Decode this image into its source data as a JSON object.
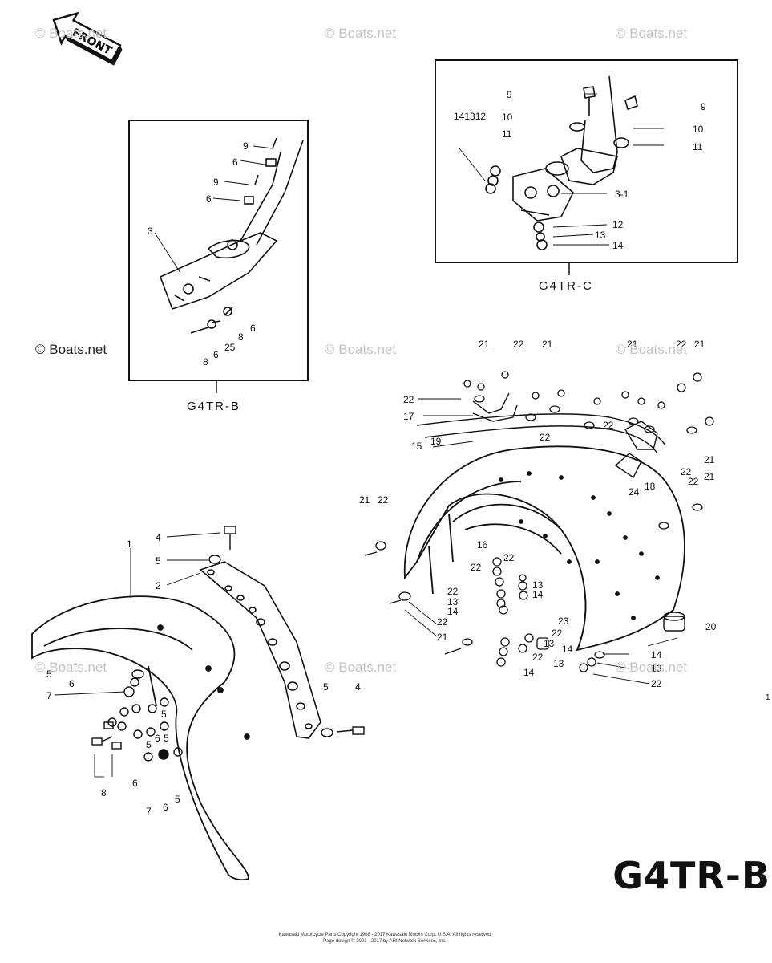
{
  "diagram": {
    "front_arrow_label": "FRONT",
    "model_code": "G4TR-B",
    "page_number": "1",
    "watermark": "© Boats.net",
    "copyright_lines": [
      "Kawasaki Motorcycle Parts Copyright 1968 - 2017 Kawasaki Motors Corp. U.S.A. All rights reserved",
      "Page design © 2001 - 2017 by ARI Network Services, Inc."
    ],
    "insets": [
      {
        "caption": "G4TR-B",
        "callouts": [
          "9",
          "6",
          "9",
          "6",
          "3",
          "6",
          "8",
          "25",
          "8",
          "6"
        ]
      },
      {
        "caption": "G4TR-C",
        "callouts": [
          "141312",
          "9",
          "10",
          "11",
          "9",
          "10",
          "11",
          "3-1",
          "12",
          "13",
          "14"
        ]
      }
    ],
    "front_fender_callouts": [
      "1",
      "4",
      "5",
      "2",
      "5",
      "6",
      "7",
      "5",
      "4",
      "8",
      "5",
      "6",
      "5",
      "6",
      "7",
      "6",
      "5"
    ],
    "rear_fender_callouts": [
      "21",
      "22",
      "21",
      "21",
      "22",
      "21",
      "22",
      "17",
      "15",
      "19",
      "22",
      "22",
      "22",
      "21",
      "22",
      "21",
      "18",
      "24",
      "21",
      "22",
      "16",
      "22",
      "22",
      "13",
      "14",
      "22",
      "13",
      "14",
      "22",
      "21",
      "23",
      "22",
      "13",
      "14",
      "22",
      "13",
      "14",
      "20",
      "14",
      "13",
      "22"
    ]
  }
}
